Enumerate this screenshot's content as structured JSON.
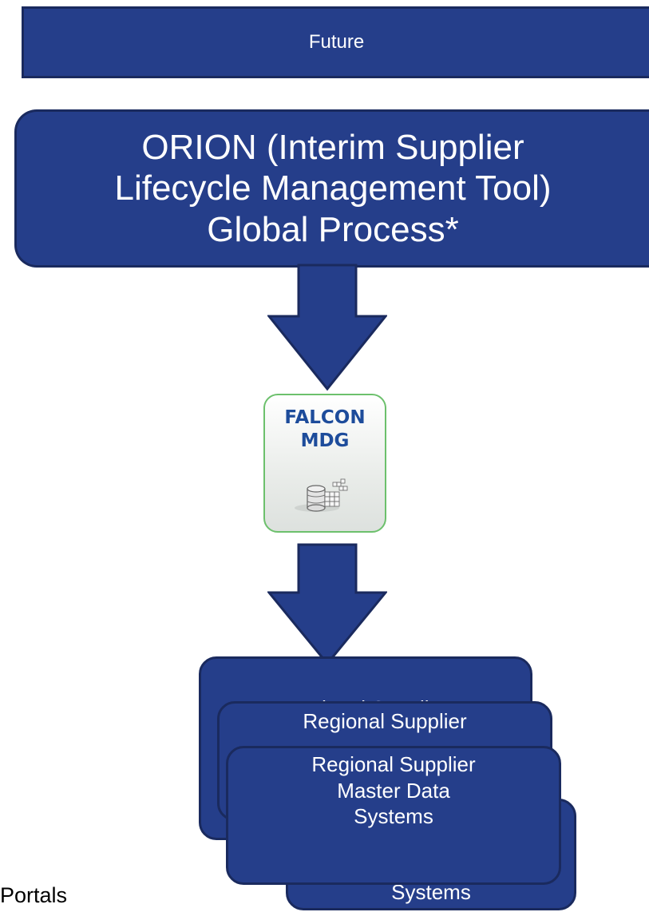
{
  "header": {
    "label": "Future"
  },
  "title": {
    "line1": "ORION (Interim Supplier",
    "line2": "Lifecycle Management Tool)",
    "line3": "Global Process*"
  },
  "falcon": {
    "line1": "FALCON",
    "line2": "MDG",
    "icon": "database-cube-icon"
  },
  "regional": {
    "back_label": "Regional Supplier",
    "middle_label": "Regional Supplier",
    "front_line1": "Regional Supplier",
    "front_line2": "Master Data",
    "front_line3": "Systems",
    "bottom_systems": "Systems"
  },
  "footer": {
    "portals": "Portals"
  },
  "colors": {
    "box_fill": "#253e8a",
    "box_border": "#1a2a5e",
    "arrow_fill": "#253e8a",
    "falcon_border": "#6cc06c",
    "falcon_text": "#1d4c9b"
  }
}
